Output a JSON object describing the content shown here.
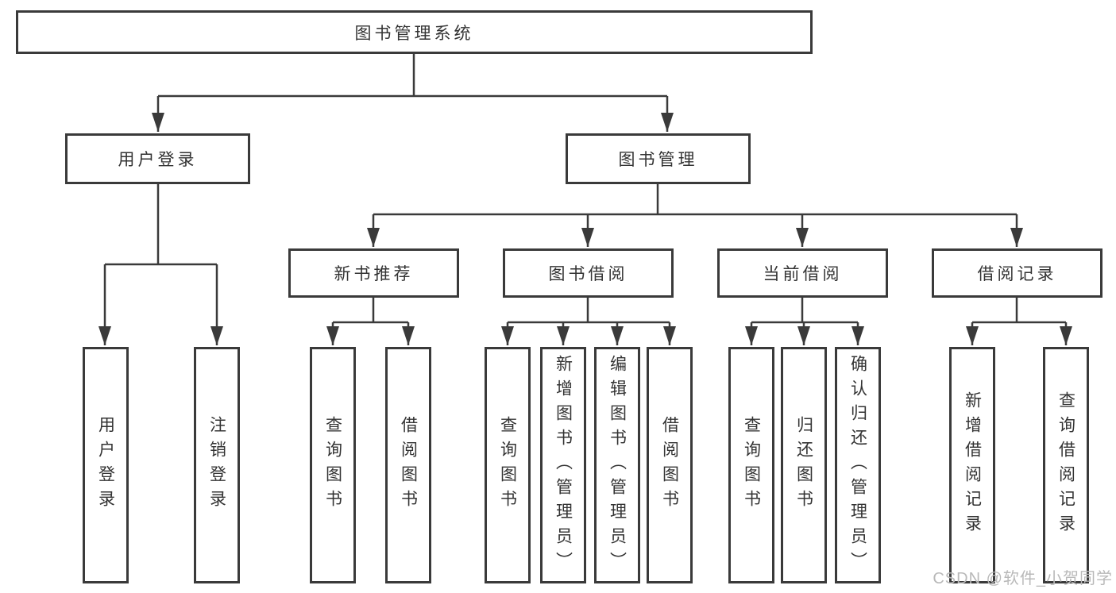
{
  "hierarchy": {
    "label": "图书管理系统",
    "children": [
      {
        "label": "用户登录",
        "children": [
          {
            "label": "用户登录"
          },
          {
            "label": "注销登录"
          }
        ]
      },
      {
        "label": "图书管理",
        "children": [
          {
            "label": "新书推荐",
            "children": [
              {
                "label": "查询图书"
              },
              {
                "label": "借阅图书"
              }
            ]
          },
          {
            "label": "图书借阅",
            "children": [
              {
                "label": "查询图书"
              },
              {
                "label": "新增图书（管理员）"
              },
              {
                "label": "编辑图书（管理员）"
              },
              {
                "label": "借阅图书"
              }
            ]
          },
          {
            "label": "当前借阅",
            "children": [
              {
                "label": "查询图书"
              },
              {
                "label": "归还图书"
              },
              {
                "label": "确认归还（管理员）"
              }
            ]
          },
          {
            "label": "借阅记录",
            "children": [
              {
                "label": "新增借阅记录"
              },
              {
                "label": "查询借阅记录"
              }
            ]
          }
        ]
      }
    ]
  },
  "watermark": {
    "text": "CSDN @软件_小贺同学"
  },
  "colors": {
    "line": "#3a3a3a",
    "box_border": "#3a3a3a",
    "text": "#333333",
    "background": "#ffffff",
    "watermark": "#b9b9b9"
  }
}
